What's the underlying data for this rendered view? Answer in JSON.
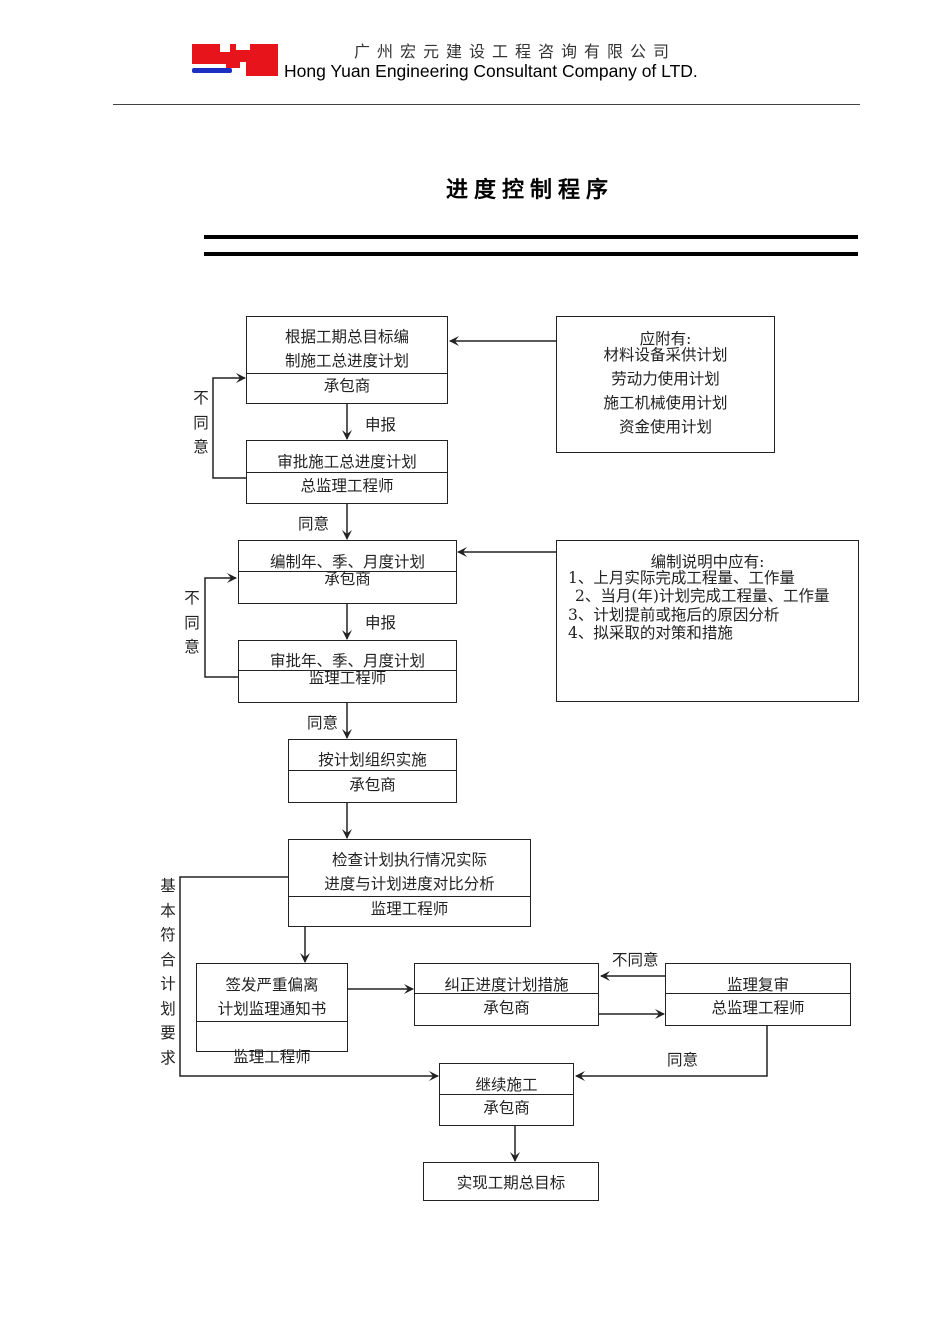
{
  "header": {
    "company_cn": "广州宏元建设工程咨询有限公司",
    "company_en": "Hong Yuan Engineering Consultant Company of LTD.",
    "logo_icon": "hongyuan-logo-icon",
    "logo_colors": {
      "red": "#e8141b",
      "blue": "#1c2fc4"
    }
  },
  "title": "进度控制程序",
  "flow": {
    "b1": {
      "lines": [
        "根据工期总目标编",
        "制施工总进度计划"
      ],
      "role": "承包商"
    },
    "b2": {
      "lines": [
        "审批施工总进度计划"
      ],
      "role": "总监理工程师"
    },
    "b3": {
      "lines": [
        "编制年、季、月度计划"
      ],
      "role": "承包商"
    },
    "b4": {
      "lines": [
        "审批年、季、月度计划"
      ],
      "role": "监理工程师"
    },
    "b5": {
      "lines": [
        "按计划组织实施"
      ],
      "role": "承包商"
    },
    "b6": {
      "lines": [
        "检查计划执行情况实际",
        "进度与计划进度对比分析"
      ],
      "role": "监理工程师"
    },
    "b7": {
      "lines": [
        "签发严重偏离",
        "计划监理通知书"
      ],
      "role": "监理工程师"
    },
    "b8": {
      "lines": [
        "纠正进度计划措施"
      ],
      "role": "承包商"
    },
    "b9": {
      "lines": [
        "监理复审"
      ],
      "role": "总监理工程师"
    },
    "b10": {
      "lines": [
        "继续施工"
      ],
      "role": "承包商"
    },
    "b11": {
      "lines": [
        "实现工期总目标"
      ]
    },
    "note1": {
      "lines": [
        "应附有:",
        "材料设备采供计划",
        "劳动力使用计划",
        "施工机械使用计划",
        "资金使用计划"
      ]
    },
    "note2": {
      "lines": [
        "编制说明中应有:",
        "1、上月实际完成工程量、工作量",
        "2、当月(年)计划完成工程量、工作量",
        "3、计划提前或拖后的原因分析",
        "4、拟采取的对策和措施"
      ]
    },
    "labels": {
      "submit1": "申报",
      "agree1": "同意",
      "disagree1": [
        "不",
        "同",
        "意"
      ],
      "submit2": "申报",
      "agree2": "同意",
      "disagree2": [
        "不",
        "同",
        "意"
      ],
      "meets_plan": [
        "基",
        "本",
        "符",
        "合",
        "计",
        "划",
        "要",
        "求"
      ],
      "disagree3": "不同意",
      "agree3": "同意"
    }
  }
}
